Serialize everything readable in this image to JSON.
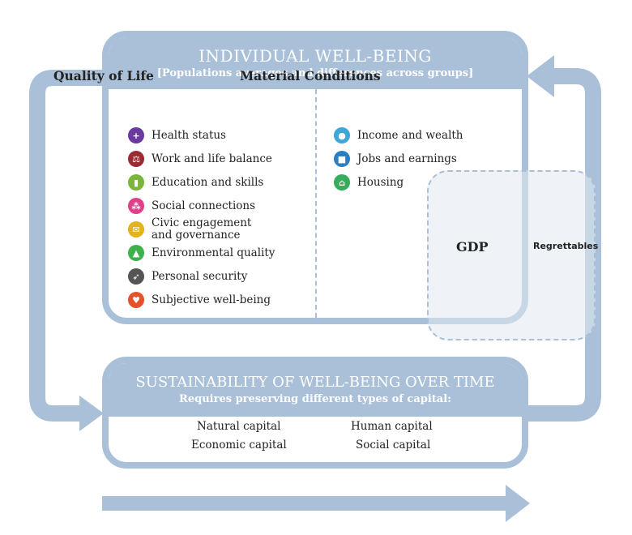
{
  "colors": {
    "frame": "#a9c0d8",
    "gdp_fill": "#e2eaf2"
  },
  "top": {
    "title": "INDIVIDUAL WELL-BEING",
    "subtitle": "[Populations averages and differences across groups]"
  },
  "quality_of_life": {
    "heading": "Quality of Life",
    "items": [
      {
        "label": "Health status",
        "icon": "health-cross-icon",
        "color": "#6b3aa0"
      },
      {
        "label": "Work and life balance",
        "icon": "balance-scale-icon",
        "color": "#9c2a33"
      },
      {
        "label": "Education and skills",
        "icon": "book-icon",
        "color": "#79b63a"
      },
      {
        "label": "Social connections",
        "icon": "people-icon",
        "color": "#e0408a"
      },
      {
        "label": "Civic engagement\nand governance",
        "icon": "ballot-envelope-icon",
        "color": "#e3b21c"
      },
      {
        "label": "Environmental quality",
        "icon": "tree-icon",
        "color": "#3fb14c"
      },
      {
        "label": "Personal security",
        "icon": "running-person-icon",
        "color": "#555555"
      },
      {
        "label": "Subjective well-being",
        "icon": "heart-icon",
        "color": "#e4522b"
      }
    ]
  },
  "material_conditions": {
    "heading": "Material Conditions",
    "items": [
      {
        "label": "Income and wealth",
        "icon": "coins-icon",
        "color": "#3ea6d8"
      },
      {
        "label": "Jobs and earnings",
        "icon": "briefcase-icon",
        "color": "#2b7fc1"
      },
      {
        "label": "Housing",
        "icon": "house-icon",
        "color": "#35ad5d"
      }
    ]
  },
  "gdp": {
    "label": "GDP",
    "regrettables": "Regrettables"
  },
  "bottom": {
    "title": "SUSTAINABILITY OF WELL-BEING OVER TIME",
    "subtitle": "Requires preserving different types of capital:",
    "capitals": [
      "Natural capital",
      "Human capital",
      "Economic capital",
      "Social capital"
    ]
  }
}
